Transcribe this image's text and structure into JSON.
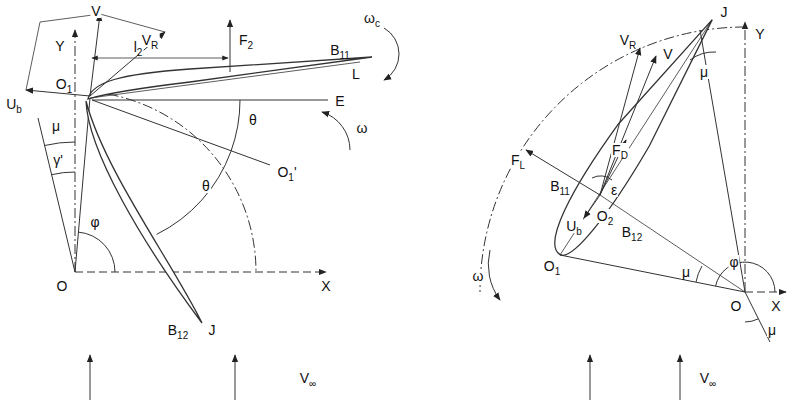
{
  "diagram": {
    "labels": [
      "V",
      "Y",
      "l2",
      "VR",
      "F2",
      "B11",
      "ωc",
      "L",
      "Ub",
      "O1",
      "E",
      "ω",
      "θ",
      "θ",
      "O1'",
      "μ",
      "γ'",
      "φ",
      "O",
      "B12",
      "J",
      "X",
      "V∞",
      "J",
      "VR",
      "V",
      "Y",
      "μ",
      "FD",
      "ε",
      "B11",
      "FL",
      "Ub",
      "B12",
      "O2",
      "O1",
      "ω",
      "μ",
      "φ",
      "O",
      "X",
      "V∞",
      "μ"
    ]
  }
}
